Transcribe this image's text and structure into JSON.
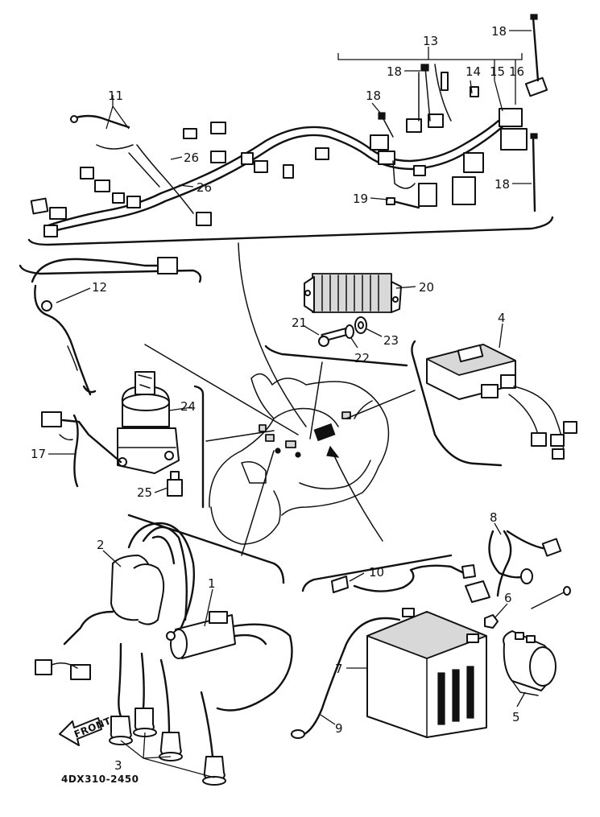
{
  "diagram": {
    "code": "4DX310-2450",
    "labels": {
      "p1": "1",
      "p2": "2",
      "p3": "3",
      "p4": "4",
      "p5": "5",
      "p6": "6",
      "p7": "7",
      "p8": "8",
      "p9": "9",
      "p10": "10",
      "p11": "11",
      "p12": "12",
      "p13": "13",
      "p14": "14",
      "p15": "15",
      "p16": "16",
      "p17": "17",
      "p18a": "18",
      "p18b": "18",
      "p18c": "18",
      "p18d": "18",
      "p19": "19",
      "p20": "20",
      "p21": "21",
      "p22": "22",
      "p23": "23",
      "p24": "24",
      "p25": "25",
      "p26a": "26",
      "p26b": "26"
    },
    "front_marker": "FRONT"
  }
}
